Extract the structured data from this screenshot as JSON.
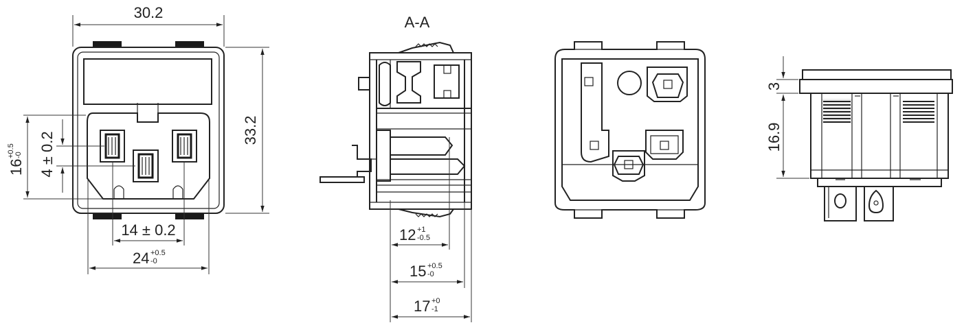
{
  "section_label": "A-A",
  "front_view": {
    "width_dim": "30.2",
    "height_dim": "33.2",
    "pin_pitch_dim": "14 ± 0.2",
    "pin_offset_dim": "4 ± 0.2",
    "cutout_height": {
      "base": "16",
      "tol_upper": "+0.5",
      "tol_lower": "-0"
    },
    "cutout_width": {
      "base": "24",
      "tol_upper": "+0.5",
      "tol_lower": "-0"
    }
  },
  "section_view": {
    "dim_a": {
      "base": "12",
      "tol_upper": "+1",
      "tol_lower": "-0.5"
    },
    "dim_b": {
      "base": "15",
      "tol_upper": "+0.5",
      "tol_lower": "-0"
    },
    "dim_c": {
      "base": "17",
      "tol_upper": "+0",
      "tol_lower": "-1"
    }
  },
  "side_view": {
    "flange_dim": "3",
    "body_dim": "16.9"
  }
}
